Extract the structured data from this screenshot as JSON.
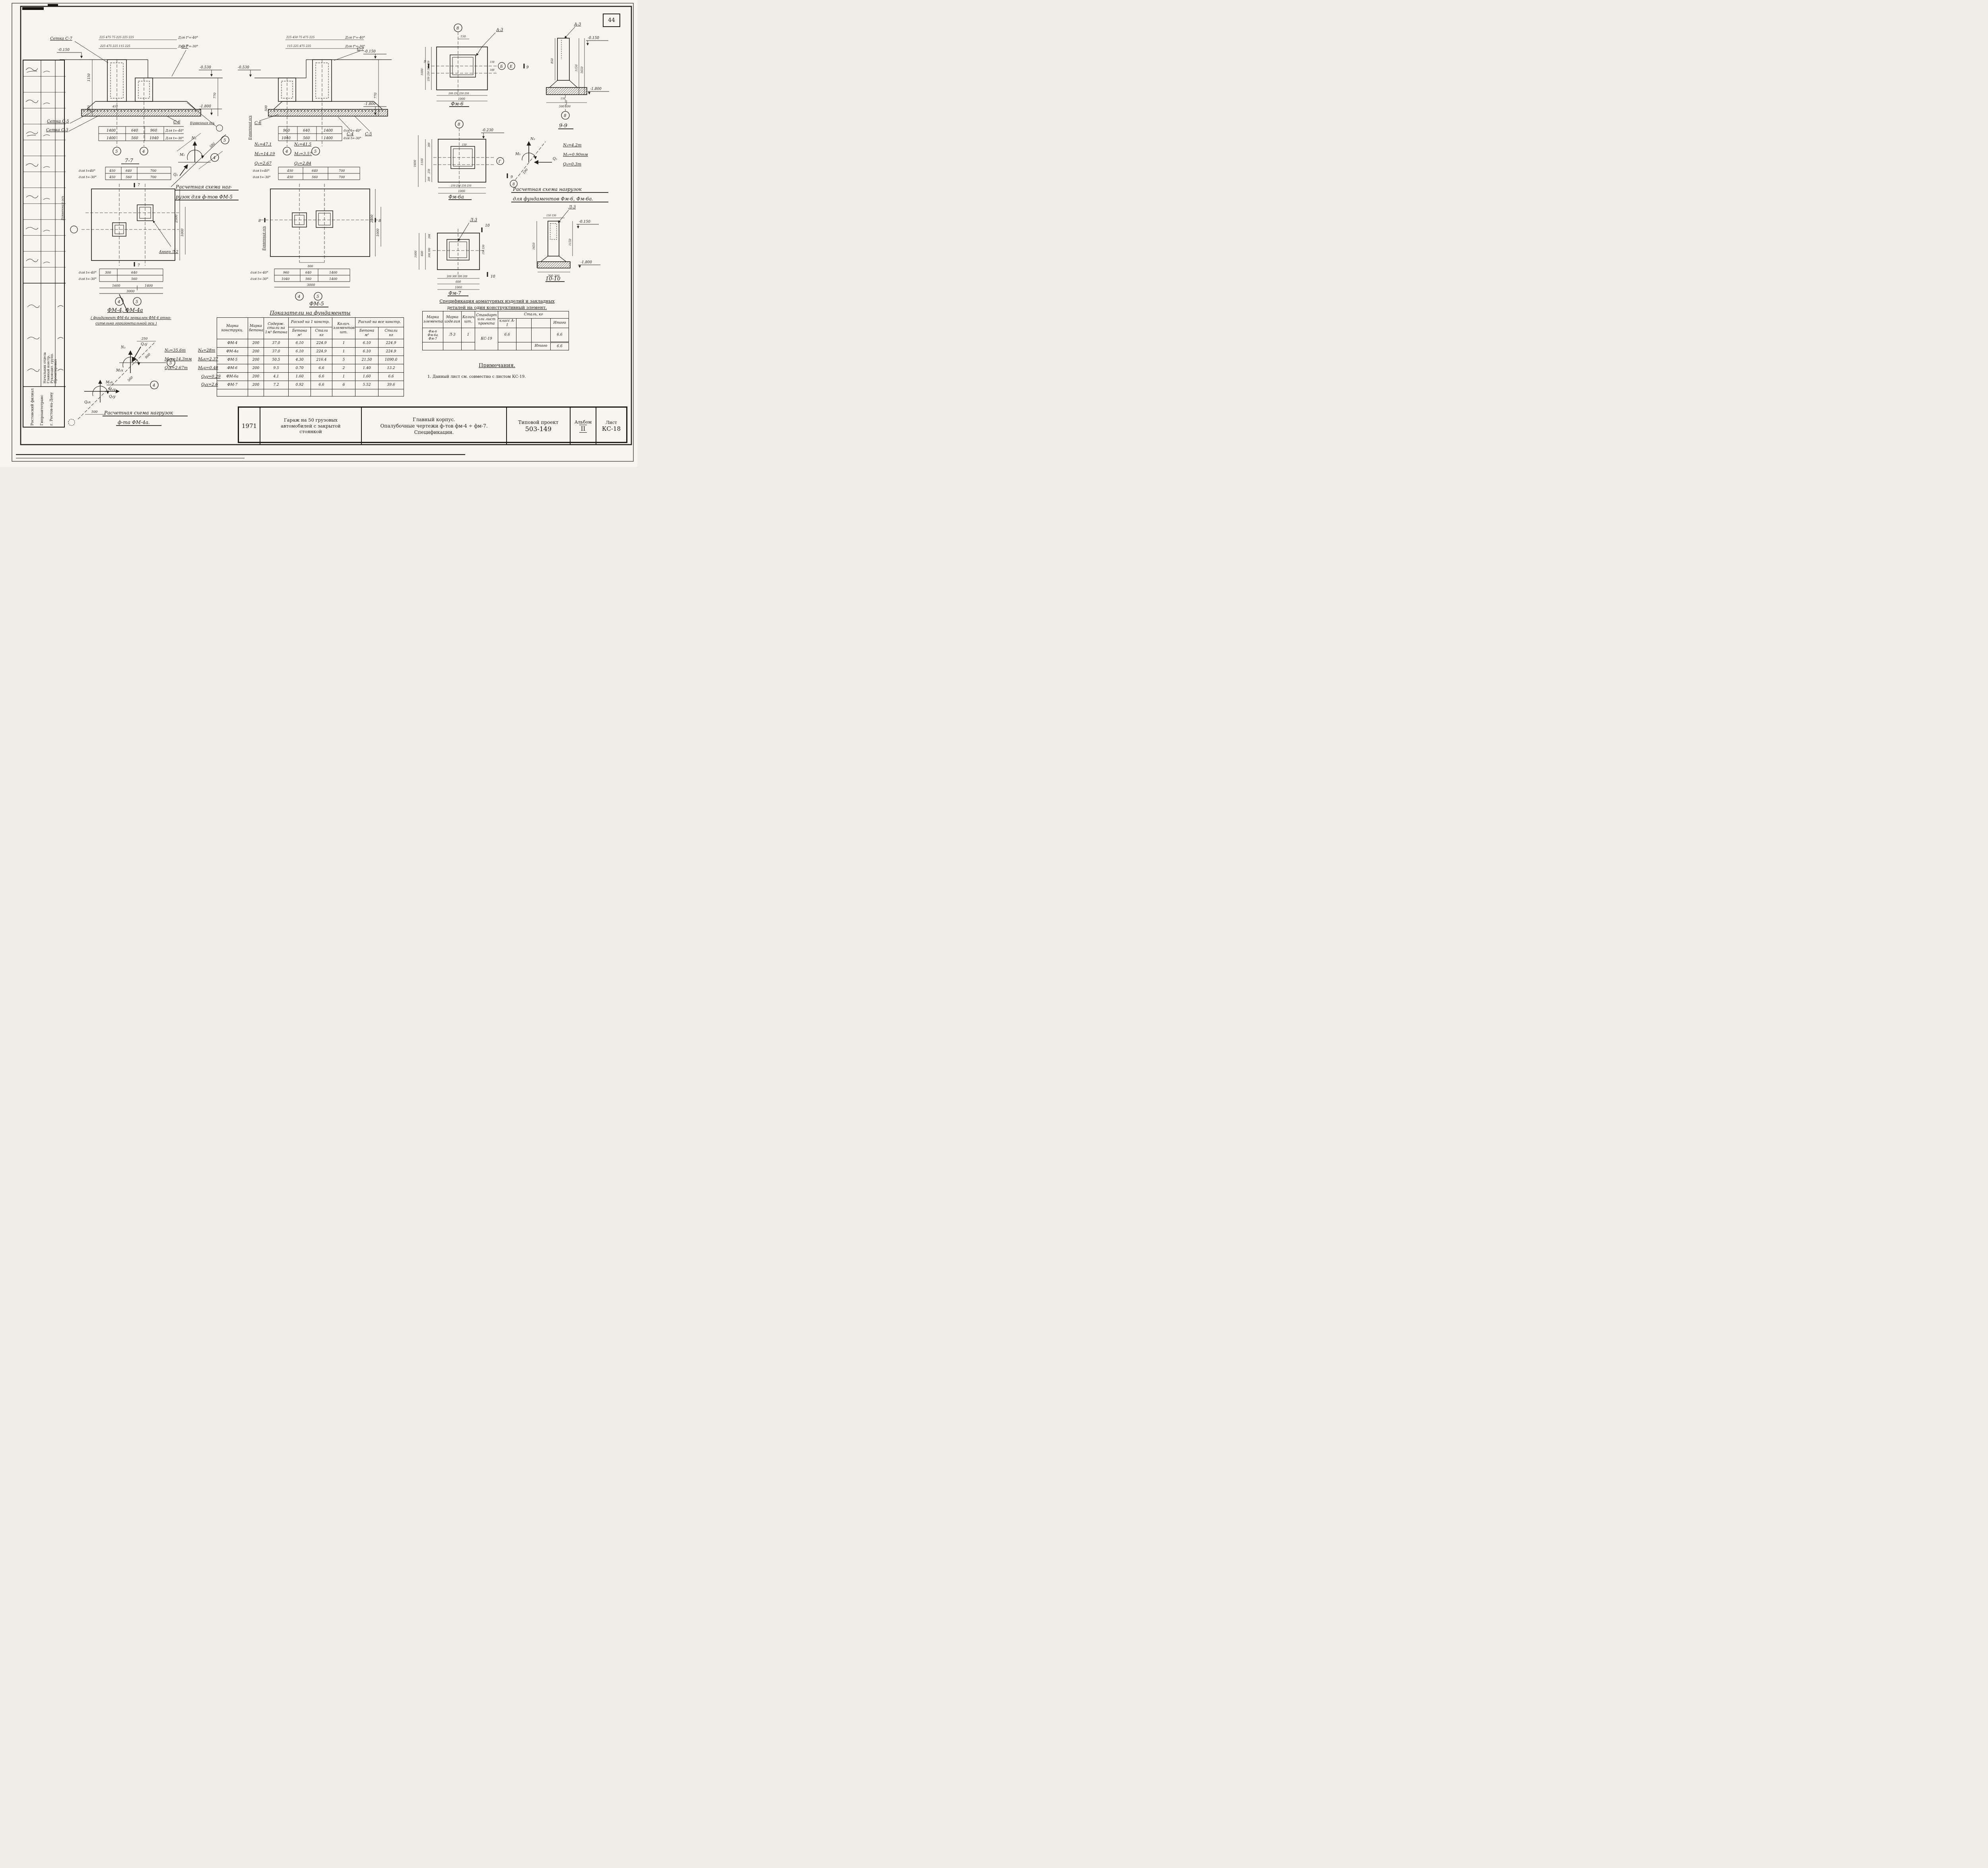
{
  "page": {
    "number": "44"
  },
  "sidebar": {
    "org1": "Ростовский филиал",
    "org2": "Гипроавтотранс",
    "org3": "г. Ростов-на-Дону",
    "roles": [
      "Начальник отдела",
      "Главный констр.",
      "Руководит. групп.",
      "Проектировал"
    ]
  },
  "s77": {
    "title": "7-7",
    "mesh7": "Сетка С-7",
    "c7": "С-7",
    "mesh5": "Сетка С-5",
    "mesh3": "Сетка С-3",
    "c6": "С-6",
    "axisnote": "Буквенная ось",
    "e1": "-0.150",
    "e2": "-0.530",
    "e3": "-1.800",
    "top40": "225 475 75 225 225 225",
    "top40l": "Для t°=-40°",
    "top30": "225 475 225 115 225",
    "top30l": "Для t°=-30°",
    "v1": "1150",
    "v2": "500",
    "v3": "770",
    "d450": "450",
    "r40": [
      "1400",
      "640",
      "960"
    ],
    "r40l": "Для t=-40°",
    "r30": [
      "1400",
      "560",
      "1040"
    ],
    "r30l": "Для t=-30°",
    "ax1": "5",
    "ax2": "4"
  },
  "s88": {
    "c7": "С-7",
    "c6": "С-6",
    "c4": "С-4",
    "c5": "С-5",
    "axisnote": "Буквенная ось",
    "e1": "-0.150",
    "e2": "-0.530",
    "e3": "-1.800",
    "top40": "225 450 75 475 225",
    "top40l": "Для t°=-40°",
    "top30": "115 225 475 225",
    "top30l": "Для t°=-30°",
    "v1": "770",
    "v2": "500",
    "r40": [
      "960",
      "640",
      "1400"
    ],
    "r40l": "для t=-40°",
    "r30": [
      "1040",
      "560",
      "1400"
    ],
    "r30l": "для t=-30°",
    "ax1": "4",
    "ax2": "5"
  },
  "loads5": {
    "title1": "Расчетная схема наг-",
    "title2": "рузок для ф-тов  ФМ-5",
    "n1": "N₁=47.1",
    "m1": "M₁=14.19",
    "q1": "Q₁=2.67",
    "n2": "N₂=41.5",
    "m2": "M₂=3.57",
    "q2": "Q₂=2.84",
    "lbl_n": "N₂",
    "lbl_m": "M₂",
    "lbl_q": "Q₂",
    "dim": "580",
    "ax1": "5",
    "ax2": "4"
  },
  "fm4": {
    "t40": "для t=40°",
    "t40v": [
      "450",
      "640",
      "700"
    ],
    "t30": "для t=-30°",
    "t30v": [
      "450",
      "560",
      "700"
    ],
    "anchor": "Анкер Л-2",
    "axisnote": "Буквенная ось",
    "b40": "для t=-40°",
    "b40a": "300",
    "b40b": "640",
    "b30": "для t=-30°",
    "b30b": "560",
    "d1600": "1600",
    "d1400": "1400",
    "d3000": "3000",
    "d2500": "2500",
    "d1000": "1000",
    "cut": "7",
    "ax1": "4",
    "ax2": "5",
    "title": "ФМ-4, ФМ-4а",
    "note1": "( фундамент ФМ-4а зеркален ФМ-4 отно-",
    "note2": "сительно горизонтальной оси )"
  },
  "fm5": {
    "t40": "для t=40°",
    "t40v": [
      "450",
      "640",
      "700"
    ],
    "t30": "для t=-30°",
    "t30v": [
      "450",
      "560",
      "700"
    ],
    "d800": "800",
    "b40": "для t=-40°",
    "b40v": [
      "960",
      "640",
      "1400"
    ],
    "b30": "для t=-30°",
    "b30v": [
      "1040",
      "560",
      "1400"
    ],
    "d3000": "3000",
    "d2500": "2500",
    "d1000": "1000",
    "cut": "8",
    "ax1": "4",
    "ax2": "5",
    "axisnote": "Буквенная ось",
    "title": "ФМ-5"
  },
  "fm6": {
    "ax8": "8",
    "d150": "150",
    "a3": "А-3",
    "axB": "Б",
    "axE": "Е",
    "cut": "9",
    "left1000": "1000",
    "left250": "250 250 250 250",
    "bot": "200 250 250 250",
    "bot1000": "1000",
    "r150": "150",
    "r100": "100",
    "title": "Фм-6"
  },
  "s99": {
    "a3": "А-3",
    "e1": "-0.150",
    "e3": "-1.800",
    "d850": "850",
    "d1150": "1150",
    "d1650": "1650",
    "d150": "150",
    "d500": "500 500",
    "ax8": "8",
    "title": "9-9"
  },
  "fm6a": {
    "ax8": "8",
    "e": "-0.230",
    "d1600": "1600",
    "d1100": "1100",
    "d300": "300",
    "d250": "250",
    "d200": "200",
    "d150": "150",
    "bot": "250 250 250 250",
    "bot1000": "1000",
    "axG": "Г",
    "cut": "9",
    "title": "Фм-6а"
  },
  "loads6": {
    "title1": "Расчетная схема нагрузок",
    "title2": "для фундаментов  Фм-6, Фм-6а.",
    "n5": "N₅=4.2т",
    "m5": "M₅=0.90тм",
    "q5": "Q₅=0.3т",
    "lbl_n": "N₅",
    "lbl_m": "M₅",
    "lbl_q": "Q₅",
    "dim": "190",
    "ax": "8"
  },
  "fm7": {
    "a3": "Л-3",
    "cut": "10",
    "d1000": "1000",
    "d600": "600",
    "d300": "300 300",
    "d200": "200",
    "r150": "150 150",
    "bot": "200 300 300 200",
    "bot600": "600",
    "bot1000": "1000",
    "title": "Фм-7"
  },
  "s1010": {
    "a3": "Л-3",
    "e1": "-0.150",
    "e3": "-1.800",
    "d1650": "1650",
    "d1150": "1150",
    "top": "150 150",
    "bot": "300 300",
    "title": "10-10"
  },
  "table1": {
    "title": "Показатели на фундаменты",
    "h": {
      "mark": "Марка конструкц.",
      "concrete": "Марка бетона",
      "content": "Содерж. стали на 1м³ бетона",
      "per1": "Расход на 1 констр.",
      "qty": "Колич. элементов шт.",
      "all": "Расход на все констр.",
      "b": "Бетона",
      "m3": "м³",
      "s": "Стали",
      "kg": "кг"
    },
    "rows": [
      [
        "ФМ-4",
        "200",
        "37.0",
        "6.10",
        "224.9",
        "1",
        "6.10",
        "224.9"
      ],
      [
        "ФМ-4а",
        "200",
        "37.0",
        "6.10",
        "224.9",
        "1",
        "6.10",
        "224.9"
      ],
      [
        "ФМ-5",
        "200",
        "50.5",
        "4.30",
        "216.4",
        "5",
        "21.50",
        "1090.0"
      ],
      [
        "ФМ-6",
        "200",
        "9.5",
        "0.70",
        "6.6",
        "2",
        "1.40",
        "13.2"
      ],
      [
        "ФМ-6а",
        "200",
        "4.1",
        "1.60",
        "6.6",
        "1",
        "1.60",
        "6.6"
      ],
      [
        "ФМ-7",
        "200",
        "7.2",
        "0.92",
        "6.6",
        "6",
        "5.52",
        "39.6"
      ]
    ]
  },
  "table2": {
    "title1": "Спецификация арматурных изделий и закладных",
    "title2": "деталей на один конструктивный элемент.",
    "h": {
      "el": "Марка элемента",
      "izd": "Марка изделия",
      "qty": "Колич. шт.",
      "std": "Стандарт или лист проекта",
      "steel": "Сталь, кг",
      "cls": "класс А-I",
      "itogo": "Итого"
    },
    "el1": "Фм-6",
    "el2": "Фм-6а",
    "el3": "Фм-7",
    "izd": "Л-3",
    "qty": "1",
    "std": "КС-19",
    "v1": "6.6",
    "v2": "6.6",
    "itogo_lbl": "Итого",
    "itogo_v": "6.6"
  },
  "notes": {
    "head": "Примечания.",
    "n1": "1. Данный лист см. совместно с листом КС-19."
  },
  "loads4a": {
    "title1": "Расчетная схема нагрузок",
    "title2": "ф-та ФМ-4а.",
    "n3": "N₃=35.6т",
    "m3": "M₃х=14.3тм",
    "q3": "Q₃х=2.67т",
    "n4": "N₄=28т",
    "m4x": "M₄х=2.37",
    "m4y": "M₄у=0.48",
    "q4y": "Q₄у=0.29",
    "q4x": "Q₄х=2.6",
    "lbl_n3": "N₃",
    "lbl_q3": "Q₃у",
    "lbl_m3": "M₃х",
    "lbl_m4x": "M₄х",
    "lbl_m4y": "M₄у",
    "lbl_q4y": "Q₄у",
    "lbl_q4x": "Q₄х",
    "d250": "250",
    "d800": "800",
    "d560": "560",
    "d500": "500",
    "ax5": "5",
    "ax4": "4"
  },
  "titleblock": {
    "year": "1971",
    "project1": "Гараж на 50 грузовых",
    "project2": "автомобилей с закрытой",
    "project3": "стоянкой",
    "line1": "Главный корпус.",
    "line2": "Опалубочные чертежи ф-тов фм-4 ÷ фм-7.",
    "line3": "Спецификации.",
    "tp1": "Типовой проект",
    "tp2": "503-149",
    "album_l": "Альбом",
    "album": "II",
    "list_l": "Лист",
    "list": "КС-18"
  }
}
